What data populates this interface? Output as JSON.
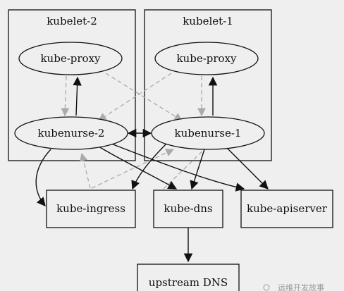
{
  "clusters": {
    "kubelet2": "kubelet-2",
    "kubelet1": "kubelet-1"
  },
  "nodes": {
    "kube_proxy_2": "kube-proxy",
    "kube_proxy_1": "kube-proxy",
    "kubenurse_2": "kubenurse-2",
    "kubenurse_1": "kubenurse-1",
    "kube_ingress": "kube-ingress",
    "kube_dns": "kube-dns",
    "kube_apiserver": "kube-apiserver",
    "upstream_dns": "upstream DNS"
  },
  "colors": {
    "solid_edge": "#111111",
    "dashed_edge": "#aaaaaa",
    "background": "#efefef"
  },
  "watermark": "运维开发故事"
}
